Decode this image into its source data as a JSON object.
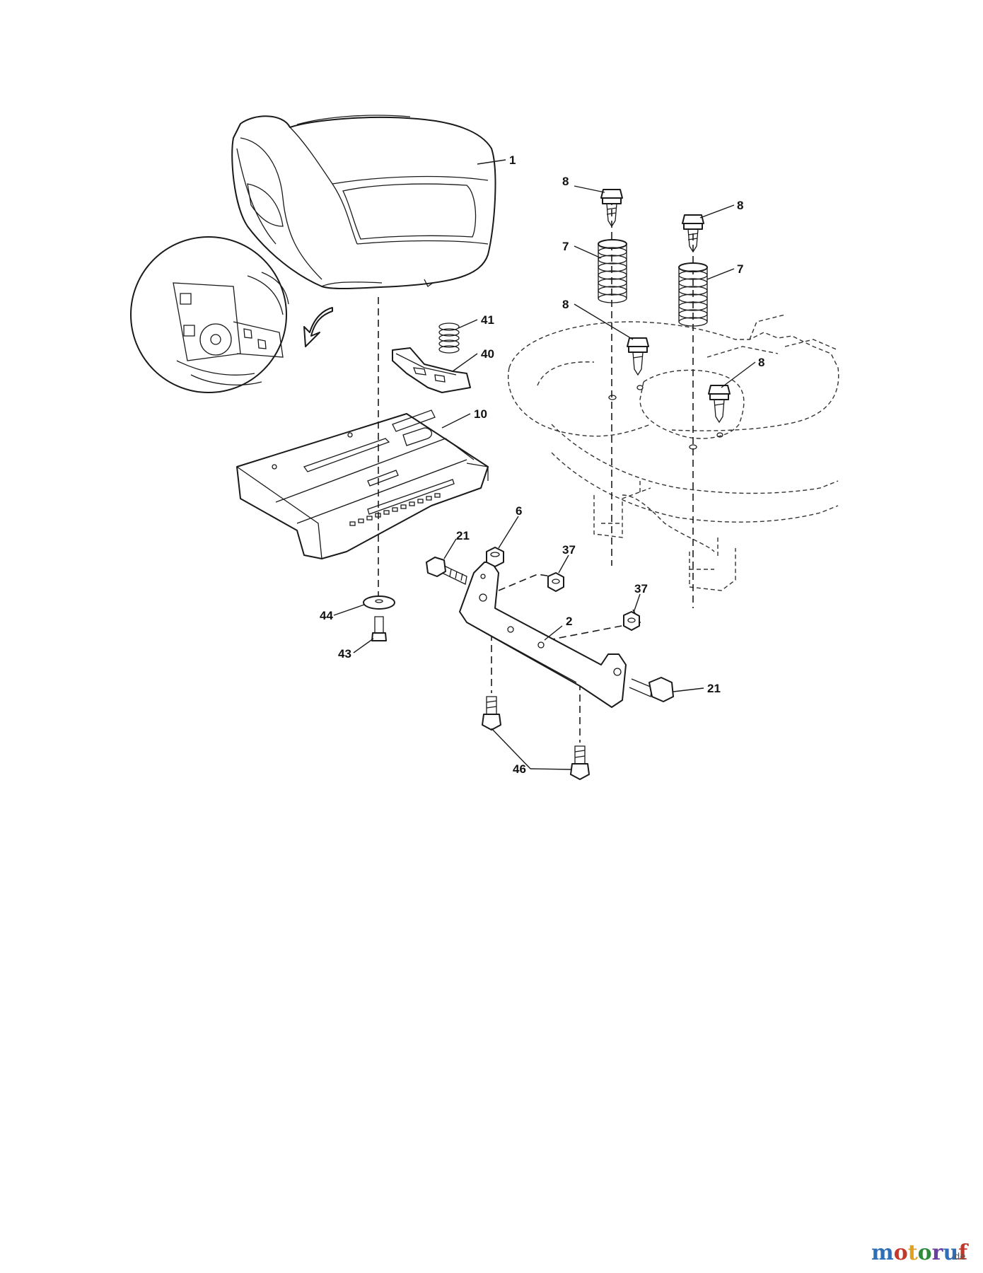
{
  "callouts": {
    "c1": "1",
    "c8a": "8",
    "c8b": "8",
    "c8c": "8",
    "c8d": "8",
    "c7a": "7",
    "c7b": "7",
    "c41": "41",
    "c40": "40",
    "c10": "10",
    "c6": "6",
    "c21a": "21",
    "c37a": "37",
    "c37b": "37",
    "c2": "2",
    "c21b": "21",
    "c44": "44",
    "c43": "43",
    "c46": "46"
  },
  "watermark": {
    "letters": [
      "m",
      "o",
      "t",
      "o",
      "r",
      "u",
      "f"
    ],
    "colors": [
      "#2e6fb7",
      "#c0392b",
      "#e0a020",
      "#2e8b3a",
      "#6a3fa0",
      "#2e6fb7",
      "#c0392b"
    ],
    "suffix": ".de"
  }
}
